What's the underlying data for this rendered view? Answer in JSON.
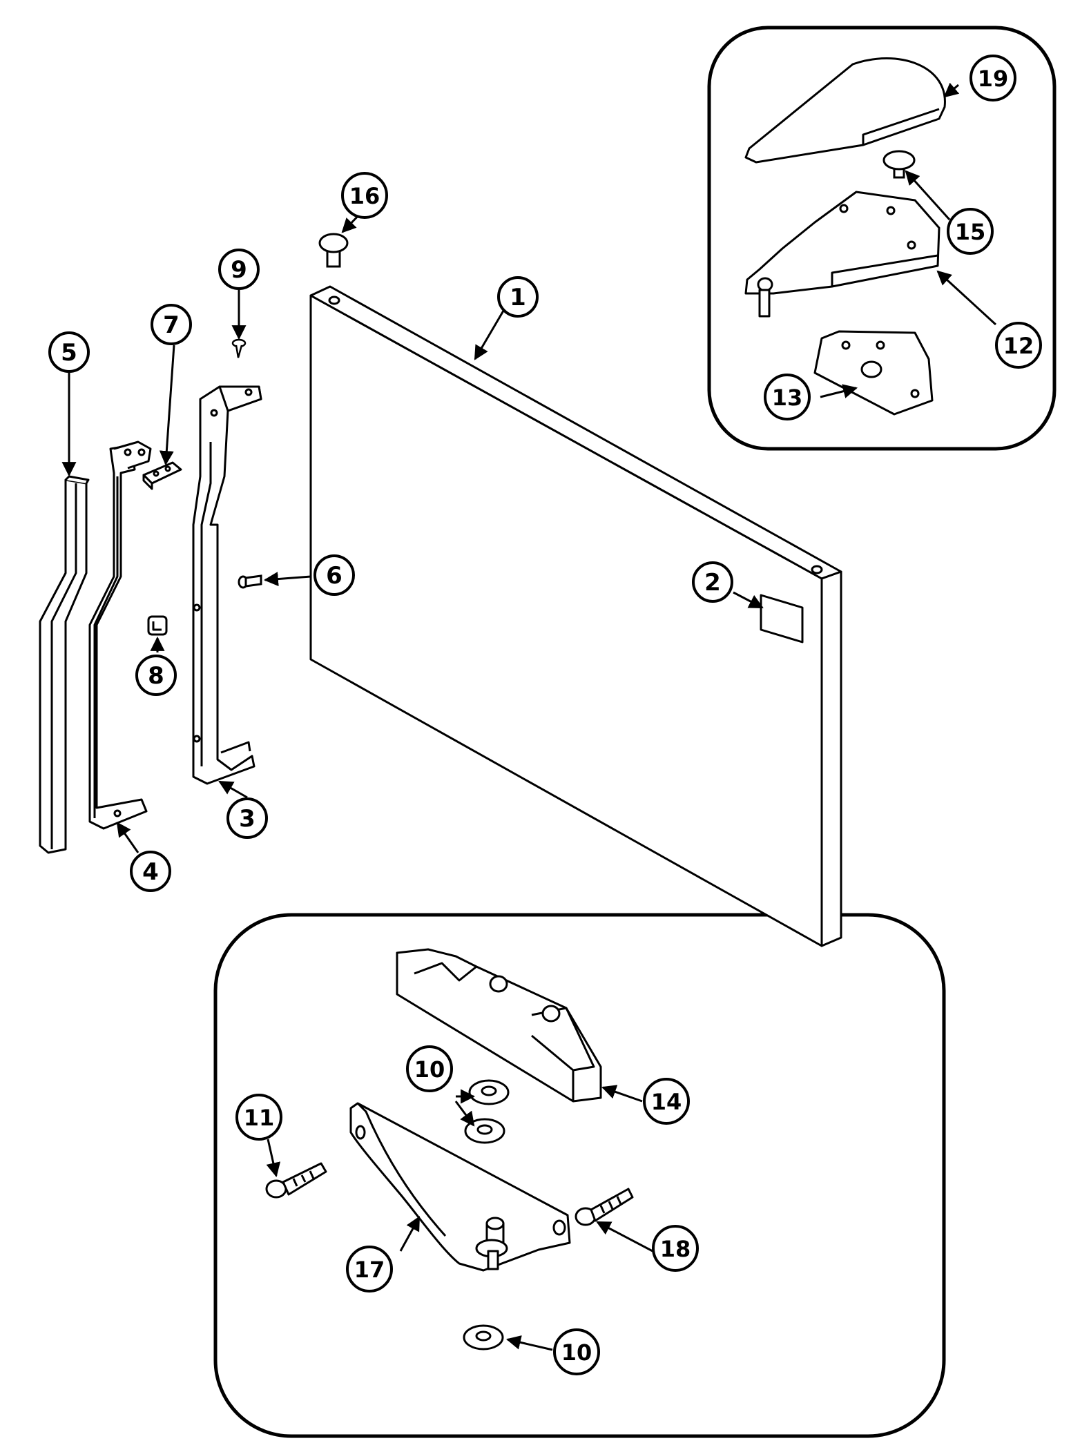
{
  "diagram": {
    "colors": {
      "line": "#000000",
      "fill": "#ffffff",
      "shade": "#e6e6e6",
      "cap": "#d0d0d0"
    },
    "callouts": {
      "door": "1",
      "nameplate": "2",
      "handle_mount_bracket": "3",
      "handle_base_bracket": "4",
      "handle_trim": "5",
      "bracket_screw": "6",
      "top_clip": "7",
      "plug": "8",
      "small_screw": "9",
      "washer_upper": "10",
      "washer_lower": "10",
      "hinge_screw_left": "11",
      "top_hinge": "12",
      "hinge_shim": "13",
      "bottom_hinge_block": "14",
      "hinge_pin_cap": "15",
      "door_stop_plug": "16",
      "bottom_hinge": "17",
      "hinge_screw_right": "18",
      "hinge_cover": "19"
    }
  }
}
